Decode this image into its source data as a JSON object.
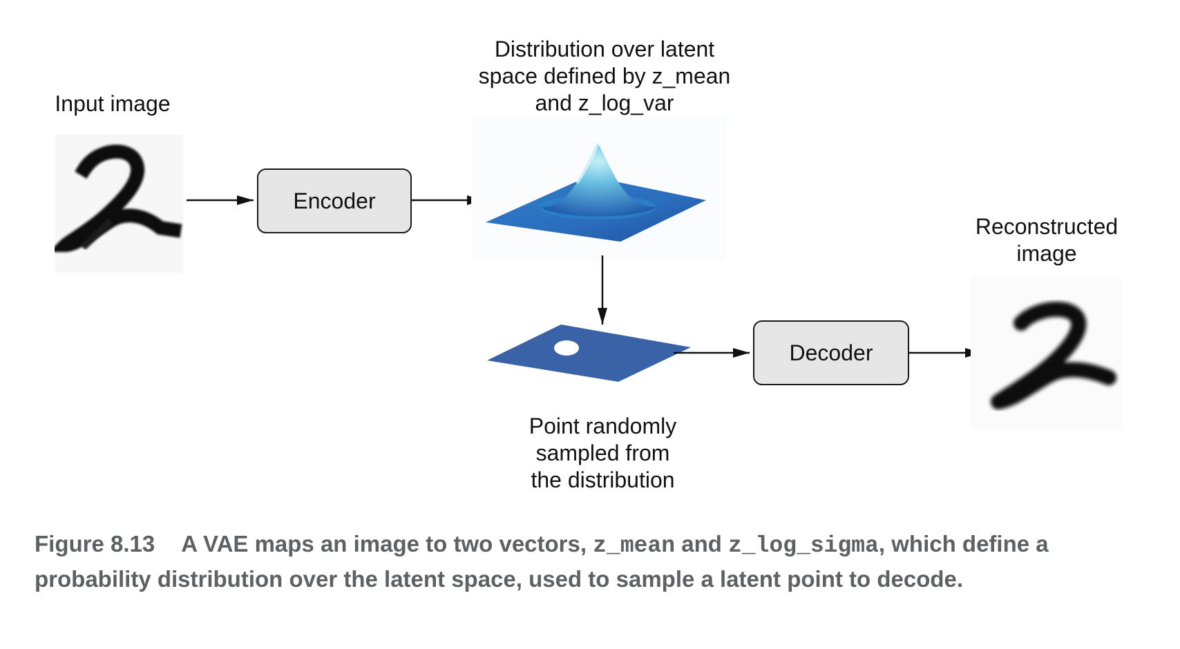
{
  "labels": {
    "input": "Input image",
    "distribution": "Distribution over latent\nspace defined by z_mean\nand z_log_var",
    "reconstructed": "Reconstructed\nimage",
    "point": "Point randomly\nsampled from\nthe distribution"
  },
  "boxes": {
    "encoder": "Encoder",
    "decoder": "Decoder"
  },
  "caption": {
    "figure": "Figure 8.13",
    "part1": "A VAE maps an image to two vectors, ",
    "code1": "z_mean",
    "part2": " and ",
    "code2": "z_log_sigma",
    "part3": ", which define a probability distribution over the latent space, used to sample a latent point to decode."
  },
  "colors": {
    "box_fill": "#e6e6e6",
    "plane_blue": "#3a62a7",
    "gaussian_peak": "#9ee0f0",
    "gaussian_base": "#1f5fb0",
    "caption_text": "#5f6062"
  },
  "icons": {
    "input_digit": "handwritten-digit-2-pixelated",
    "output_digit": "handwritten-digit-2-smooth",
    "distribution": "3d-gaussian-surface",
    "latent_plane": "latent-plane-with-sample-point"
  }
}
